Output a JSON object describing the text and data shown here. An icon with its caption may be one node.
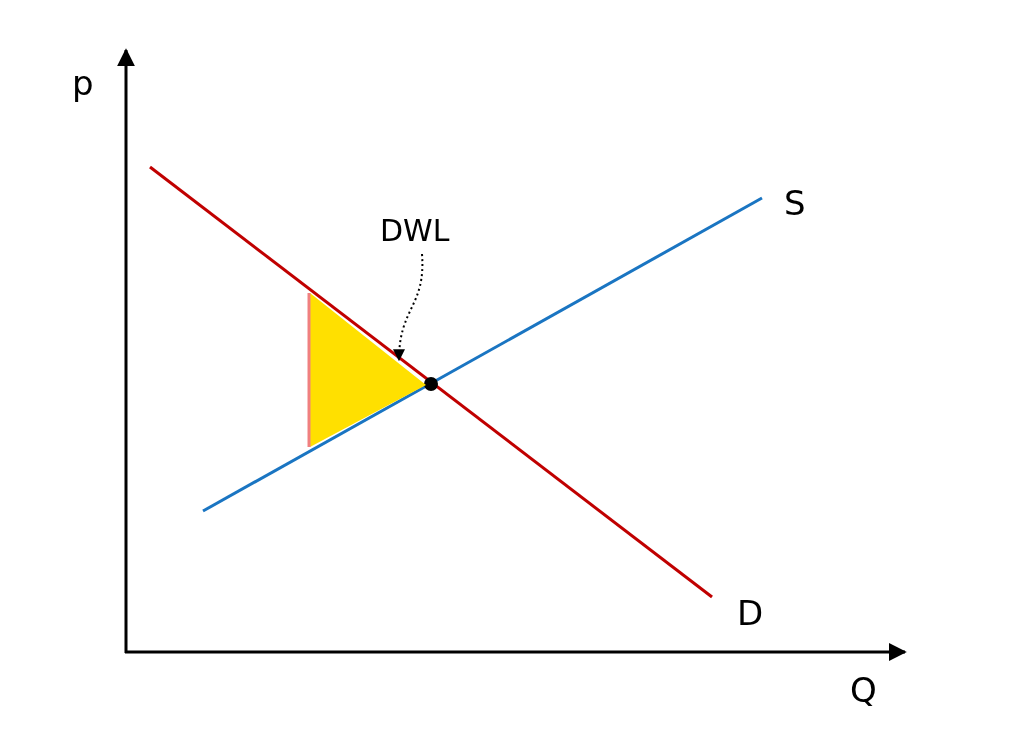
{
  "diagram": {
    "nodes": [
      {
        "text": [
          "DWL"
        ]
      },
      {
        "text": [],
        "shape": "triangle"
      }
    ],
    "edges": [
      {
        "from": 0,
        "to": 1,
        "arrow": "to",
        "style": "dashed"
      }
    ],
    "labels": [
      "p",
      "S",
      "D",
      "Q"
    ]
  }
}
